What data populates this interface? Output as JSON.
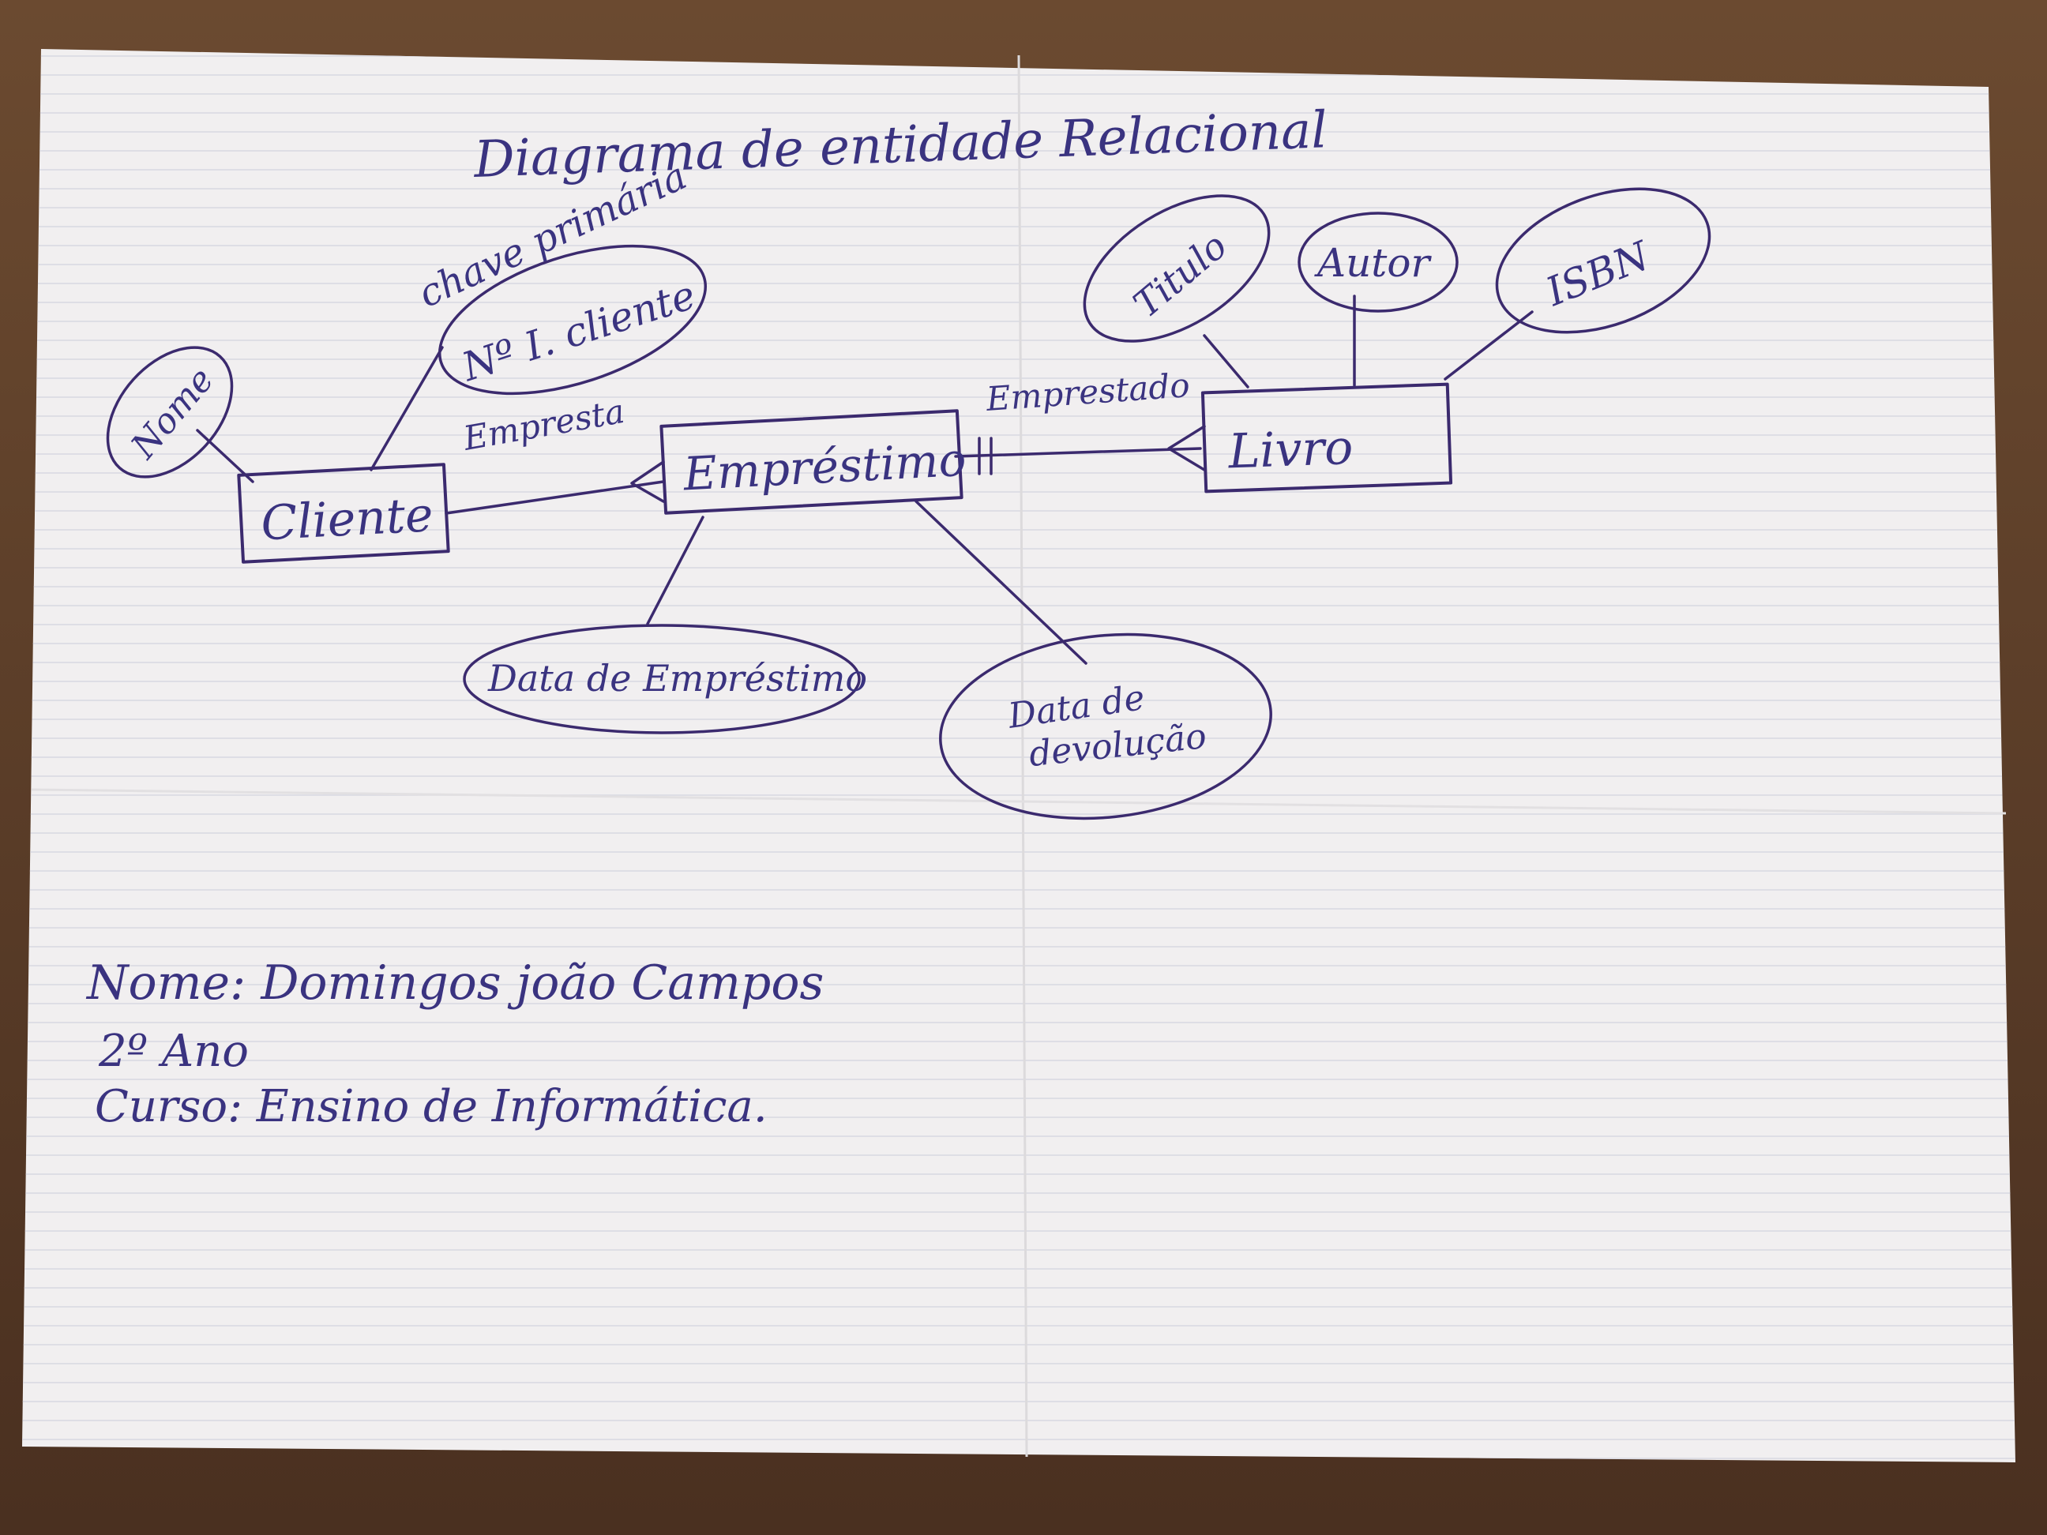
{
  "title": "Diagrama de entidade Relacional",
  "entities": {
    "cliente": "Cliente",
    "emprestimo": "Empréstimo",
    "livro": "Livro"
  },
  "attributes": {
    "nome": "Nome",
    "id_cliente": "Nº I. cliente",
    "titulo": "Titulo",
    "autor": "Autor",
    "isbn": "ISBN",
    "data_emprestimo": "Data de Empréstimo",
    "data_devolucao_line1": "Data de",
    "data_devolucao_line2": "devolução"
  },
  "annotations": {
    "chave_primaria": "chave primária"
  },
  "relationships": {
    "empresta": "Empresta",
    "emprestado": "Emprestado"
  },
  "student": {
    "nome": "Nome: Domingos joão Campos",
    "ano": "2º Ano",
    "curso": "Curso: Ensino de Informática."
  },
  "colors": {
    "ink": "#3b2a6e",
    "paper": "#f2f0f1",
    "table": "#5a3c25"
  }
}
